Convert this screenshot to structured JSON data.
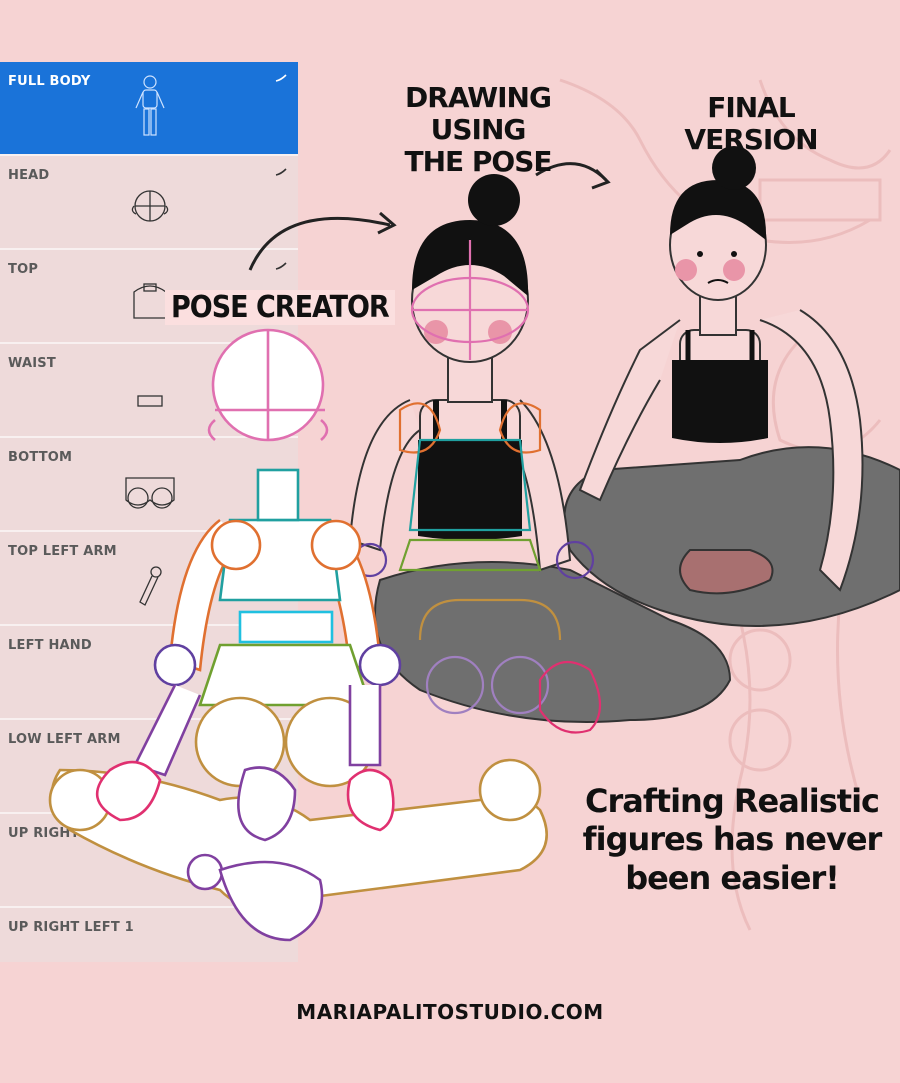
{
  "panel": {
    "items": [
      {
        "label": "FULL BODY",
        "selected": true
      },
      {
        "label": "HEAD",
        "selected": false
      },
      {
        "label": "TOP",
        "selected": false
      },
      {
        "label": "WAIST",
        "selected": false
      },
      {
        "label": "BOTTOM",
        "selected": false
      },
      {
        "label": "TOP LEFT ARM",
        "selected": false
      },
      {
        "label": "LEFT HAND",
        "selected": false
      },
      {
        "label": "LOW LEFT ARM",
        "selected": false
      },
      {
        "label": "UP RIGHT",
        "selected": false
      },
      {
        "label": "UP RIGHT LEFT 1",
        "selected": false
      }
    ]
  },
  "labels": {
    "pose_creator": "POSE CREATOR",
    "drawing_line1": "DRAWING USING",
    "drawing_line2": "THE POSE",
    "final_version": "FINAL VERSION",
    "tagline_line1": "Crafting Realistic",
    "tagline_line2": "figures has never",
    "tagline_line3": "been easier!",
    "footer": "MARIAPALITOSTUDIO.COM"
  },
  "colors": {
    "background": "#f6d3d3",
    "panel": "#eedada",
    "selected_row": "#1a73d9"
  }
}
